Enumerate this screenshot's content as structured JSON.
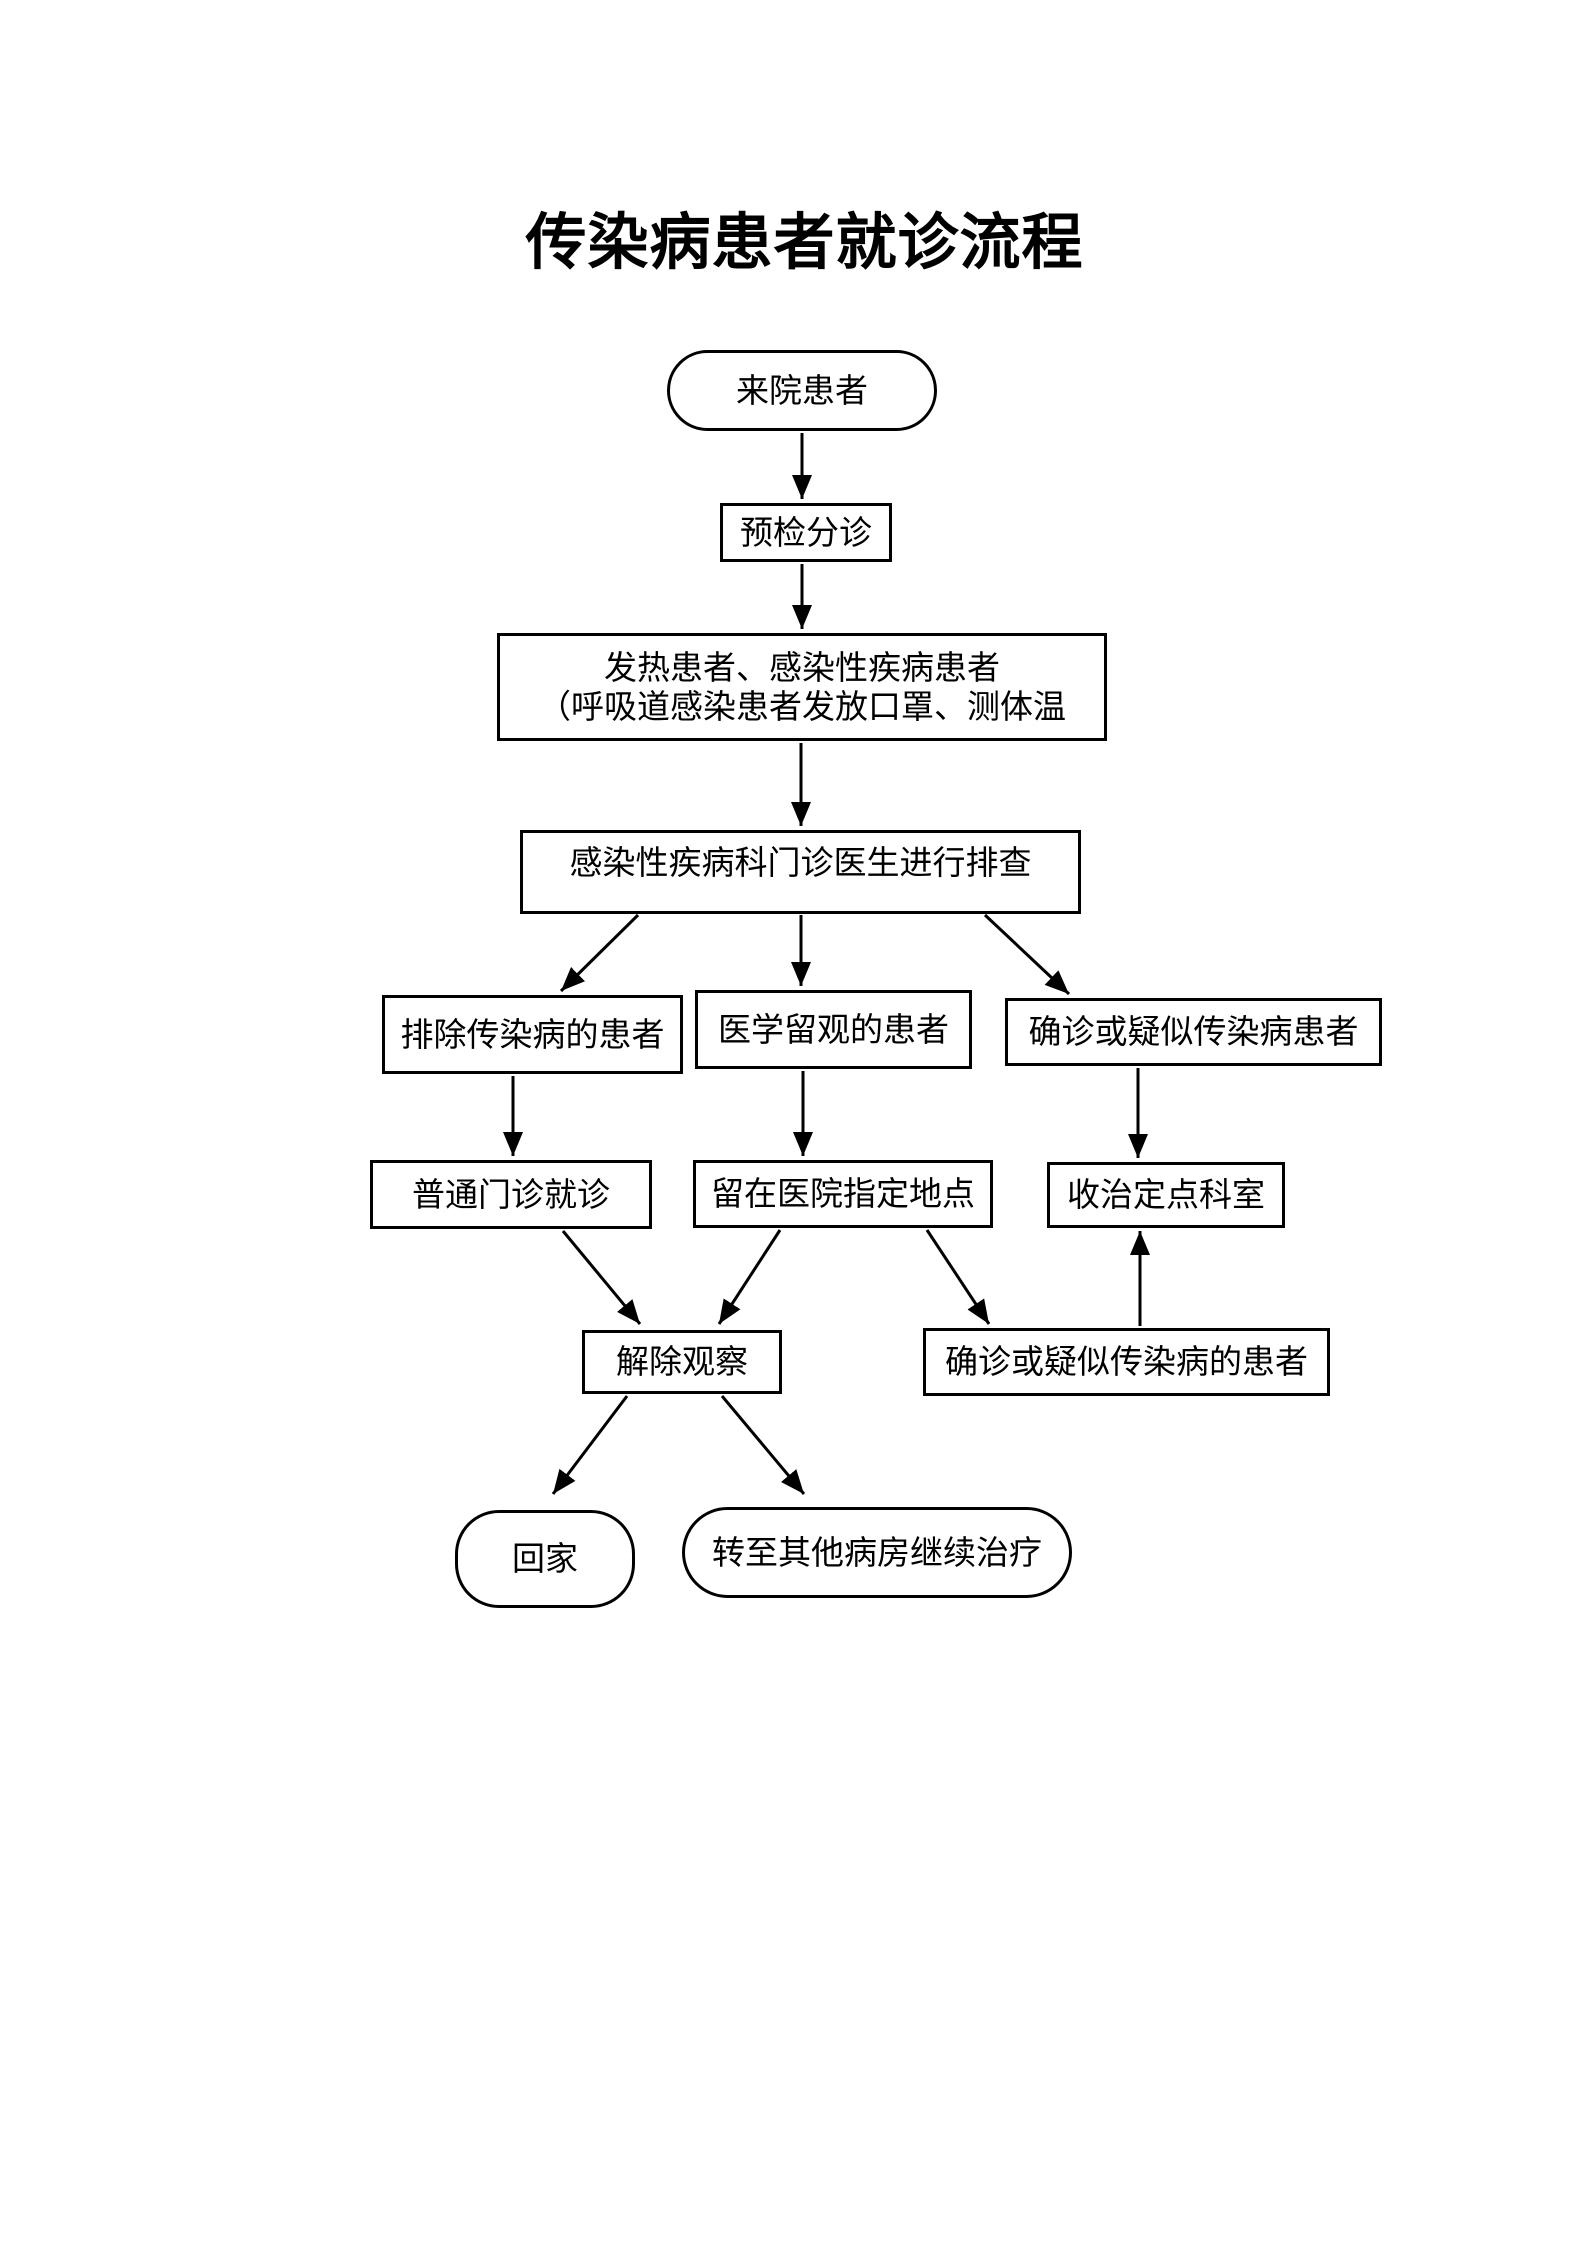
{
  "page": {
    "title": "传染病患者就诊流程",
    "background_color": "#ffffff",
    "ink_color": "#000000"
  },
  "flowchart": {
    "nodes": {
      "arrival": {
        "shape": "stadium",
        "label": "来院患者"
      },
      "triage": {
        "shape": "rect",
        "label": "预检分诊"
      },
      "fever_screen": {
        "shape": "rect",
        "line1": "发热患者、感染性疾病患者",
        "line2": "（呼吸道感染患者发放口罩、测体温"
      },
      "doctor_screening": {
        "shape": "rect",
        "label": "感染性疾病科门诊医生进行排查"
      },
      "excluded": {
        "shape": "rect",
        "label": "排除传染病的患者"
      },
      "medical_observation": {
        "shape": "rect",
        "label": "医学留观的患者"
      },
      "confirmed_suspected": {
        "shape": "rect",
        "label": "确诊或疑似传染病患者"
      },
      "general_outpatient": {
        "shape": "rect",
        "label": "普通门诊就诊"
      },
      "stay_designated": {
        "shape": "rect",
        "label": "留在医院指定地点"
      },
      "admit_department": {
        "shape": "rect",
        "label": "收治定点科室"
      },
      "release_observation": {
        "shape": "rect",
        "label": "解除观察"
      },
      "confirmed_suspected_patients": {
        "shape": "rect",
        "label": "确诊或疑似传染病的患者"
      },
      "go_home": {
        "shape": "stadium",
        "label": "回家"
      },
      "transfer_ward": {
        "shape": "stadium",
        "label": "转至其他病房继续治疗"
      }
    }
  }
}
